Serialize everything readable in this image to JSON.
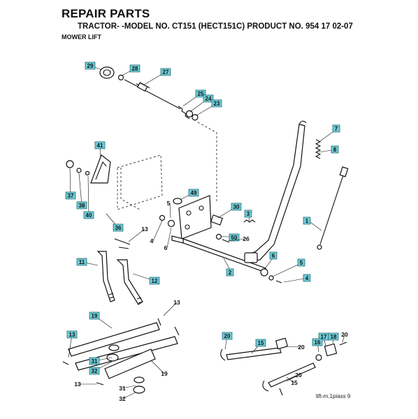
{
  "header": {
    "title": "REPAIR PARTS",
    "subtitle": "TRACTOR- -MODEL NO. CT151 (HECT151C) PRODUCT NO. 954 17 02-07",
    "section": "MOWER LIFT"
  },
  "footer": {
    "ref": "lift-m.1piass  9"
  },
  "colors": {
    "callout_fill": "#6ecbd6",
    "line": "#111111"
  },
  "callouts": [
    {
      "id": "29",
      "tagged": true
    },
    {
      "id": "28",
      "tagged": true
    },
    {
      "id": "27",
      "tagged": true
    },
    {
      "id": "25",
      "tagged": true
    },
    {
      "id": "24",
      "tagged": true
    },
    {
      "id": "23",
      "tagged": true
    },
    {
      "id": "41",
      "tagged": true
    },
    {
      "id": "7",
      "tagged": true
    },
    {
      "id": "8",
      "tagged": true
    },
    {
      "id": "49",
      "tagged": true
    },
    {
      "id": "37",
      "tagged": true
    },
    {
      "id": "38",
      "tagged": true
    },
    {
      "id": "40",
      "tagged": true
    },
    {
      "id": "5",
      "tagged": false
    },
    {
      "id": "30",
      "tagged": true
    },
    {
      "id": "3",
      "tagged": true
    },
    {
      "id": "1",
      "tagged": true
    },
    {
      "id": "36",
      "tagged": true
    },
    {
      "id": "13",
      "tagged": false
    },
    {
      "id": "4",
      "tagged": false
    },
    {
      "id": "6",
      "tagged": false
    },
    {
      "id": "50",
      "tagged": true
    },
    {
      "id": "26",
      "tagged": false
    },
    {
      "id": "11",
      "tagged": true
    },
    {
      "id": "6",
      "tagged": true
    },
    {
      "id": "5",
      "tagged": true
    },
    {
      "id": "2",
      "tagged": true
    },
    {
      "id": "12",
      "tagged": true
    },
    {
      "id": "4",
      "tagged": true
    },
    {
      "id": "13",
      "tagged": false
    },
    {
      "id": "19",
      "tagged": true
    },
    {
      "id": "13",
      "tagged": true
    },
    {
      "id": "31",
      "tagged": true
    },
    {
      "id": "32",
      "tagged": true
    },
    {
      "id": "20",
      "tagged": true
    },
    {
      "id": "15",
      "tagged": true
    },
    {
      "id": "20",
      "tagged": false
    },
    {
      "id": "17",
      "tagged": true
    },
    {
      "id": "18",
      "tagged": true
    },
    {
      "id": "16",
      "tagged": true
    },
    {
      "id": "20",
      "tagged": false
    },
    {
      "id": "19",
      "tagged": false
    },
    {
      "id": "13",
      "tagged": false
    },
    {
      "id": "31",
      "tagged": false
    },
    {
      "id": "20",
      "tagged": false
    },
    {
      "id": "15",
      "tagged": false
    },
    {
      "id": "32",
      "tagged": false
    }
  ]
}
